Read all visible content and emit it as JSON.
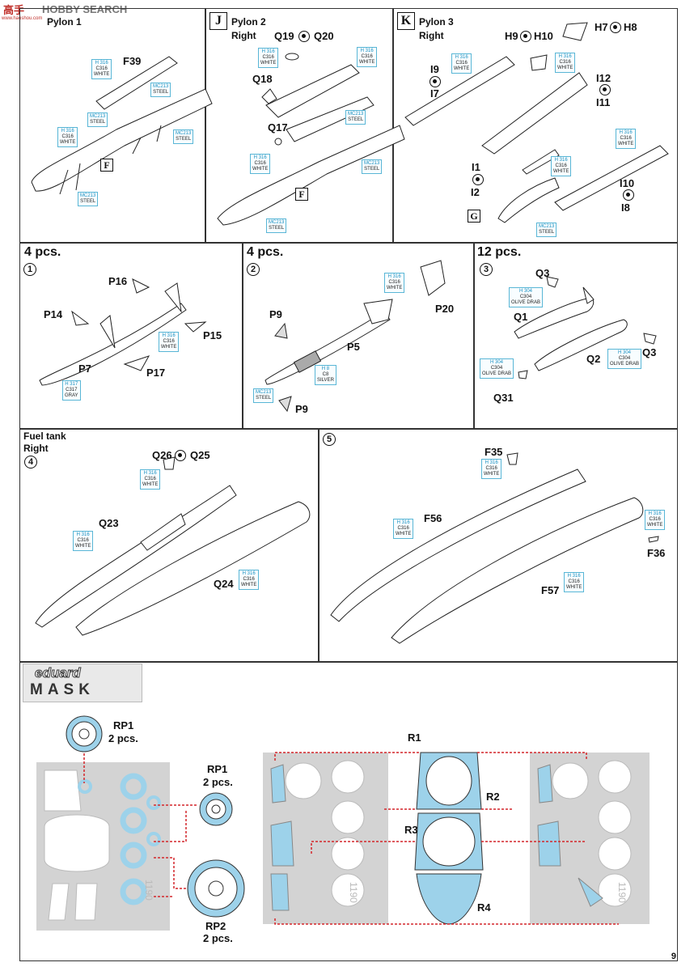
{
  "watermark": {
    "site": "HOBBY SEARCH",
    "cn": "高手",
    "url": "www.haoshou.com"
  },
  "page_number": "9",
  "panels": {
    "pylon1": {
      "title": "Pylon 1",
      "step": "",
      "parts": [
        "F39",
        "F"
      ]
    },
    "pylon2": {
      "letter": "J",
      "title": "Pylon 2",
      "subtitle": "Right",
      "parts": [
        "Q19",
        "Q20",
        "Q18",
        "Q17",
        "F"
      ]
    },
    "pylon3": {
      "letter": "K",
      "title": "Pylon 3",
      "subtitle": "Right",
      "parts": [
        "H9",
        "H10",
        "H7",
        "H8",
        "I9",
        "I7",
        "I12",
        "I11",
        "I1",
        "I2",
        "I10",
        "I8",
        "G"
      ]
    },
    "step1": {
      "qty": "4 pcs.",
      "num": "1",
      "parts": [
        "P16",
        "P14",
        "P15",
        "P17",
        "P7"
      ]
    },
    "step2": {
      "qty": "4 pcs.",
      "num": "2",
      "parts": [
        "P9",
        "P20",
        "P5",
        "P9"
      ]
    },
    "step3": {
      "qty": "12 pcs.",
      "num": "3",
      "parts": [
        "Q3",
        "Q1",
        "Q2",
        "Q3",
        "Q31"
      ]
    },
    "step4": {
      "title": "Fuel tank",
      "subtitle": "Right",
      "num": "4",
      "parts": [
        "Q26",
        "Q25",
        "Q23",
        "Q24"
      ]
    },
    "step5": {
      "num": "5",
      "parts": [
        "F35",
        "F56",
        "F36",
        "F57"
      ]
    }
  },
  "paint_codes": {
    "white": {
      "h": "H 316",
      "c": "C316",
      "name": "WHITE"
    },
    "steel": {
      "h": "MC213",
      "name": "STEEL"
    },
    "gray": {
      "h": "H 317",
      "c": "C317",
      "name": "GRAY"
    },
    "silver": {
      "h": "H 8",
      "c": "C8",
      "name": "SILVER"
    },
    "olive": {
      "h": "H 304",
      "c": "C304",
      "name": "OLIVE DRAB"
    }
  },
  "mask": {
    "logo_top": "eduard",
    "logo_bottom": "MASK",
    "labels": {
      "rp1a": "RP1",
      "rp1a_qty": "2 pcs.",
      "rp1b": "RP1",
      "rp1b_qty": "2 pcs.",
      "rp2": "RP2",
      "rp2_qty": "2 pcs.",
      "r1": "R1",
      "r2": "R2",
      "r3": "R3",
      "r4": "R4",
      "sheet_code": "1190"
    }
  },
  "colors": {
    "accent_blue": "#9dd2ea",
    "paint_border": "#59b6d6",
    "mask_sheet": "#d3d3d3",
    "dashed_red": "#d4262b"
  }
}
